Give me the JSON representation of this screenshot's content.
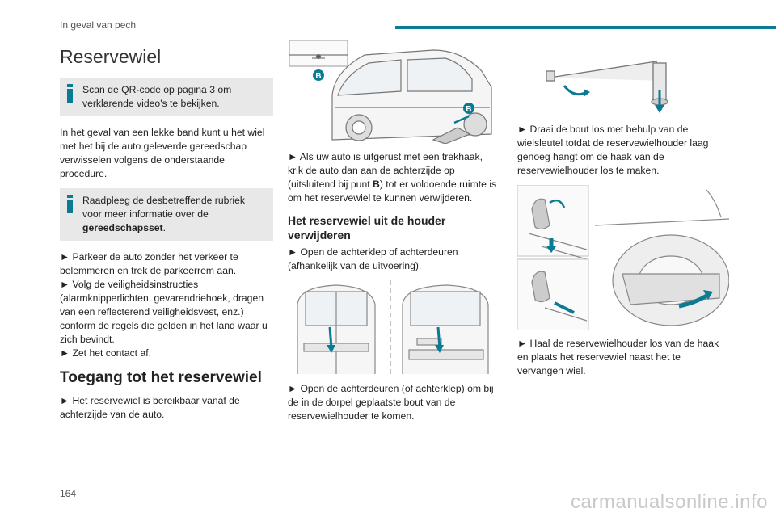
{
  "header": {
    "section": "In geval van pech"
  },
  "page_number": "164",
  "watermark": "carmanualsonline.info",
  "col1": {
    "title": "Reservewiel",
    "note1": "Scan de QR-code op pagina 3 om verklarende video's te bekijken.",
    "intro": "In het geval van een lekke band kunt u het wiel met het bij de auto geleverde gereedschap verwisselen volgens de onderstaande procedure.",
    "note2_text": "Raadpleeg de desbetreffende rubriek voor meer informatie over de ",
    "note2_bold": "gereedschapsset",
    "note2_end": ".",
    "step1": "► Parkeer de auto zonder het verkeer te belemmeren en trek de parkeerrem aan.",
    "step2": "► Volg de veiligheidsinstructies (alarmknipperlichten, gevarendriehoek, dragen van een reflecterend veiligheidsvest, enz.) conform de regels die gelden in het land waar u zich bevindt.",
    "step3": "► Zet het contact af.",
    "heading2": "Toegang tot het reservewiel",
    "step4": "► Het reservewiel is bereikbaar vanaf de achterzijde van de auto."
  },
  "col2": {
    "badge_b1": "B",
    "badge_b2": "B",
    "p1_a": "► Als uw auto is uitgerust met een trekhaak, krik de auto dan aan de achterzijde op (uitsluitend bij punt ",
    "p1_b": "B",
    "p1_c": ") tot er voldoende ruimte is om het reservewiel te kunnen verwijderen.",
    "heading3": "Het reservewiel uit de houder verwijderen",
    "p2": "► Open de achterklep of achterdeuren (afhankelijk van de uitvoering).",
    "p3": "► Open de achterdeuren (of achterklep) om bij de in de dorpel geplaatste bout van de reservewielhouder te komen."
  },
  "col3": {
    "p1": "► Draai de bout los met behulp van de wielsleutel totdat de reservewielhouder laag genoeg hangt om de haak van de reservewielhouder los te maken.",
    "p2": "► Haal de reservewielhouder los van de haak en plaats het reservewiel naast het te vervangen wiel."
  },
  "colors": {
    "accent": "#0b7a93",
    "note_bg": "#e8e8e8"
  }
}
